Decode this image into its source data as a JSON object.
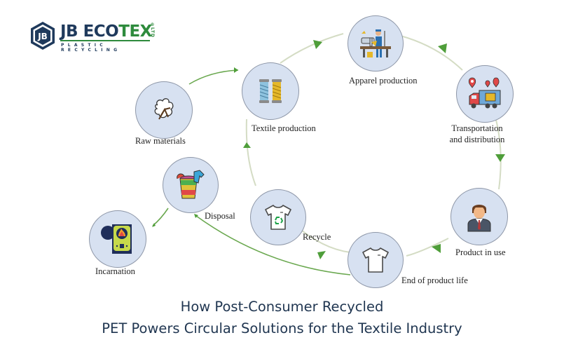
{
  "logo": {
    "brand_primary": "JB ECO",
    "brand_accent": "TEX",
    "suffix": "LTD",
    "registered": "®",
    "tagline": "PLASTIC RECYCLING",
    "emblem_text": "JB",
    "colors": {
      "navy": "#1f3a5c",
      "green": "#2e8b3d"
    }
  },
  "diagram": {
    "nodes": [
      {
        "id": "raw-materials",
        "label": "Raw materials",
        "icon": "cotton-icon"
      },
      {
        "id": "textile-production",
        "label": "Textile production",
        "icon": "thread-spools-icon"
      },
      {
        "id": "apparel-production",
        "label": "Apparel production",
        "icon": "sewing-worker-icon"
      },
      {
        "id": "transportation",
        "label_line1": "Transportation",
        "label_line2": "and distribution",
        "icon": "delivery-truck-icon"
      },
      {
        "id": "product-in-use",
        "label": "Product in use",
        "icon": "businessman-icon"
      },
      {
        "id": "end-of-life",
        "label": "End of product life",
        "icon": "tshirt-icon"
      },
      {
        "id": "recycle",
        "label": "Recycle",
        "icon": "recycled-tshirt-icon"
      },
      {
        "id": "disposal",
        "label": "Disposal",
        "icon": "trash-bin-icon"
      },
      {
        "id": "incarnation",
        "label": "Incarnation",
        "icon": "incinerator-icon"
      }
    ],
    "colors": {
      "node_fill": "#d7e1f1",
      "node_border": "#8e97a8",
      "cycle_line": "#d4dcc4",
      "arrow": "#4f9e3a",
      "branch_line": "#6aa84f"
    }
  },
  "title": {
    "line1": "How Post-Consumer Recycled",
    "line2": "PET Powers Circular Solutions for the Textile Industry"
  }
}
